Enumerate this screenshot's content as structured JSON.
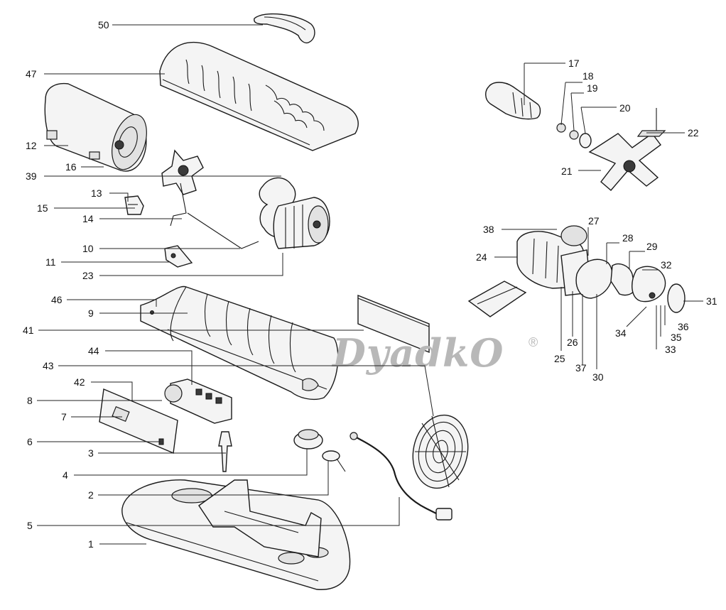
{
  "watermark": {
    "brand": "DyadkO",
    "registered_mark": "®"
  },
  "callouts": {
    "c1": "1",
    "c2": "2",
    "c3": "3",
    "c4": "4",
    "c5": "5",
    "c6": "6",
    "c7": "7",
    "c8": "8",
    "c9": "9",
    "c10": "10",
    "c11": "11",
    "c12": "12",
    "c13": "13",
    "c14": "14",
    "c15": "15",
    "c16": "16",
    "c17": "17",
    "c18": "18",
    "c19": "19",
    "c20": "20",
    "c21": "21",
    "c22": "22",
    "c23": "23",
    "c24": "24",
    "c25": "25",
    "c26": "26",
    "c27": "27",
    "c28": "28",
    "c29": "29",
    "c30": "30",
    "c31": "31",
    "c32": "32",
    "c33": "33",
    "c34": "34",
    "c35": "35",
    "c36": "36",
    "c37": "37",
    "c38": "38",
    "c39": "39",
    "c41": "41",
    "c42": "42",
    "c43": "43",
    "c44": "44",
    "c46": "46",
    "c47": "47",
    "c50": "50"
  }
}
